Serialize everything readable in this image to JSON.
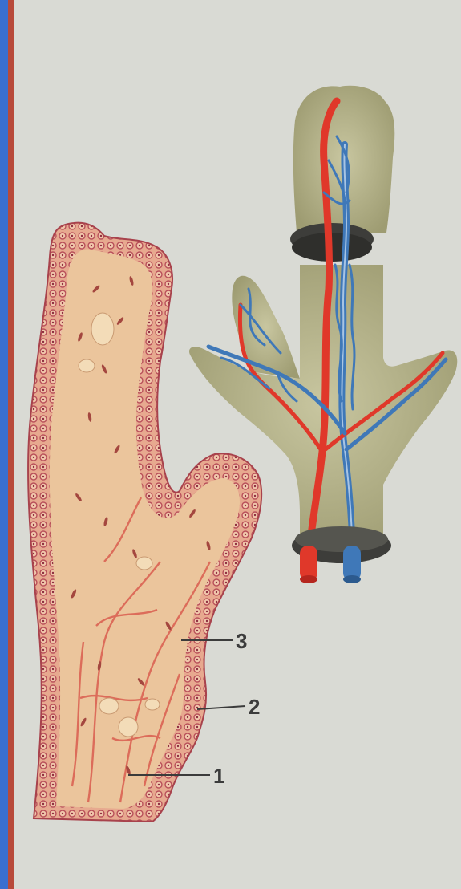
{
  "labels": {
    "l3": "3",
    "l2": "2",
    "l1": "1"
  },
  "colors": {
    "frame_blue": "#3a6fd0",
    "page": "#d9dad4",
    "tissue": "#e9c39a",
    "epithelium": "#c9505a",
    "artery": "#e0382a",
    "vein": "#3f78b8",
    "villus_body": "#b5b38a",
    "ring": "#3d3d3a"
  }
}
